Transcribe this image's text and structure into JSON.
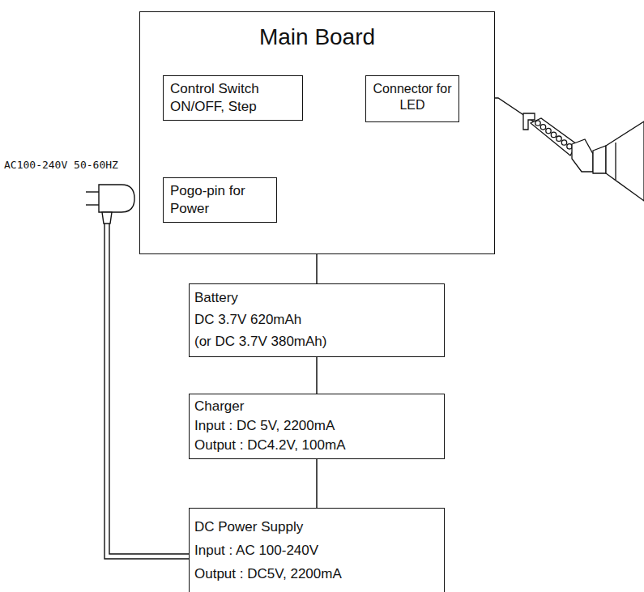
{
  "diagram": {
    "nodes": [
      {
        "text": [
          "Main Board"
        ]
      },
      {
        "text": [
          "Control Switch ON/OFF, Step"
        ],
        "in": 0
      },
      {
        "text": [
          "Connector for LED"
        ],
        "in": 0
      },
      {
        "text": [
          "Pogo-pin for Power"
        ],
        "in": 0
      },
      {
        "text": [
          "Battery",
          "DC 3.7V 620mAh",
          "(or DC 3.7V 380mAh)"
        ]
      },
      {
        "text": [
          "Charger",
          "Input : DC 5V, 2200mA",
          "Output : DC4.2V, 100mA"
        ]
      },
      {
        "text": [
          "DC Power Supply",
          "Input : AC 100-240V",
          "Output : DC5V, 2200mA"
        ]
      }
    ],
    "edges": [
      {
        "from": 0,
        "to": 4,
        "arrow": "none"
      },
      {
        "from": 4,
        "to": 5,
        "arrow": "none"
      },
      {
        "from": 5,
        "to": 6,
        "arrow": "none"
      }
    ],
    "labels": [
      "AC100-240V 50-60HZ"
    ]
  }
}
